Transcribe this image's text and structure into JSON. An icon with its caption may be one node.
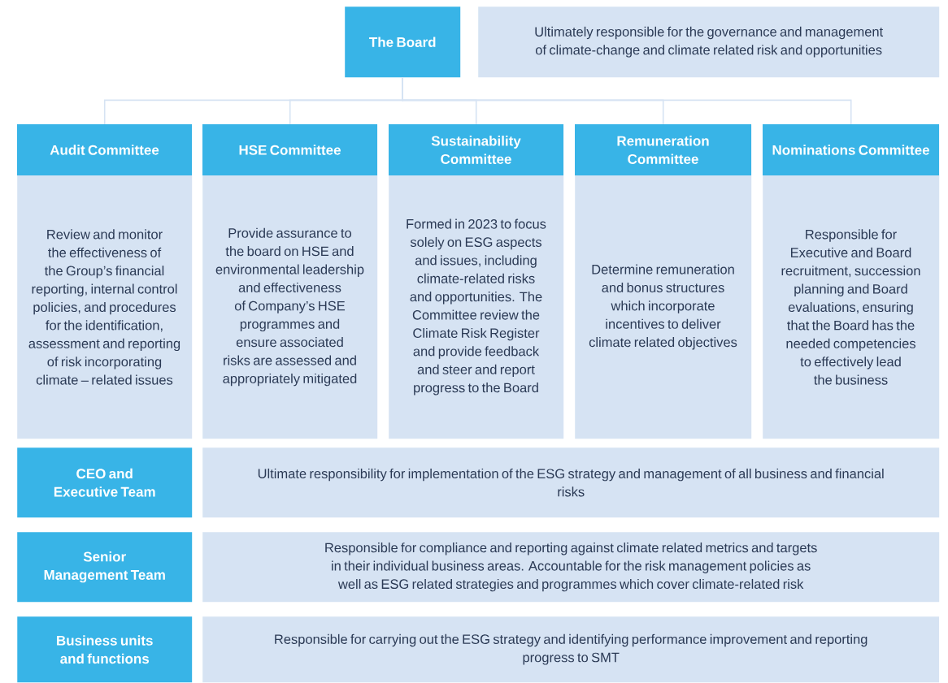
{
  "diagram": {
    "nodes": [
      {
        "text": [
          "The Board"
        ]
      },
      {
        "text": [
          "Ultimately responsible for the governance and management of climate-change and climate related risk and opportunities"
        ]
      },
      {
        "text": [
          "Audit Committee",
          "Review and monitor the effectiveness of the Group’s financial reporting, internal control policies, and procedures for the identification, assessment and reporting of risk incorporating climate – related issues"
        ]
      },
      {
        "text": [
          "HSE Committee",
          "Provide assurance to the board on HSE and environmental leadership and effectiveness of Company’s HSE programmes and ensure associated risks are assessed and appropriately mitigated"
        ]
      },
      {
        "text": [
          "Sustainability Committee",
          "Formed in 2023 to focus solely on ESG aspects and issues, including climate-related risks and opportunities. The Committee review the Climate Risk Register and provide feedback and steer and report progress to the Board"
        ]
      },
      {
        "text": [
          "Remuneration Committee",
          "Determine remuneration and bonus structures which incorporate incentives to deliver climate related objectives"
        ]
      },
      {
        "text": [
          "Nominations Committee",
          "Responsible for Executive and Board recruitment, succession planning and Board evaluations, ensuring that the Board has the needed competencies to effectively lead the business"
        ]
      },
      {
        "text": [
          "CEO and Executive Team"
        ]
      },
      {
        "text": [
          "Ultimate responsibility for implementation of the ESG strategy and management of all business and financial risks"
        ]
      },
      {
        "text": [
          "Senior Management Team"
        ]
      },
      {
        "text": [
          "Responsible for compliance and reporting against climate related metrics and targets in their individual business areas. Accountable for the risk management policies as well as ESG related strategies and programmes which cover climate-related risk"
        ]
      },
      {
        "text": [
          "Business units and functions"
        ]
      },
      {
        "text": [
          "Responsible for carrying out the ESG strategy and identifying performance improvement and reporting progress to SMT"
        ]
      }
    ],
    "edges": [
      {
        "from": 0,
        "to": 2,
        "arrow": "none"
      },
      {
        "from": 0,
        "to": 3,
        "arrow": "none"
      },
      {
        "from": 0,
        "to": 4,
        "arrow": "none"
      },
      {
        "from": 0,
        "to": 5,
        "arrow": "none"
      },
      {
        "from": 0,
        "to": 6,
        "arrow": "none"
      }
    ]
  }
}
